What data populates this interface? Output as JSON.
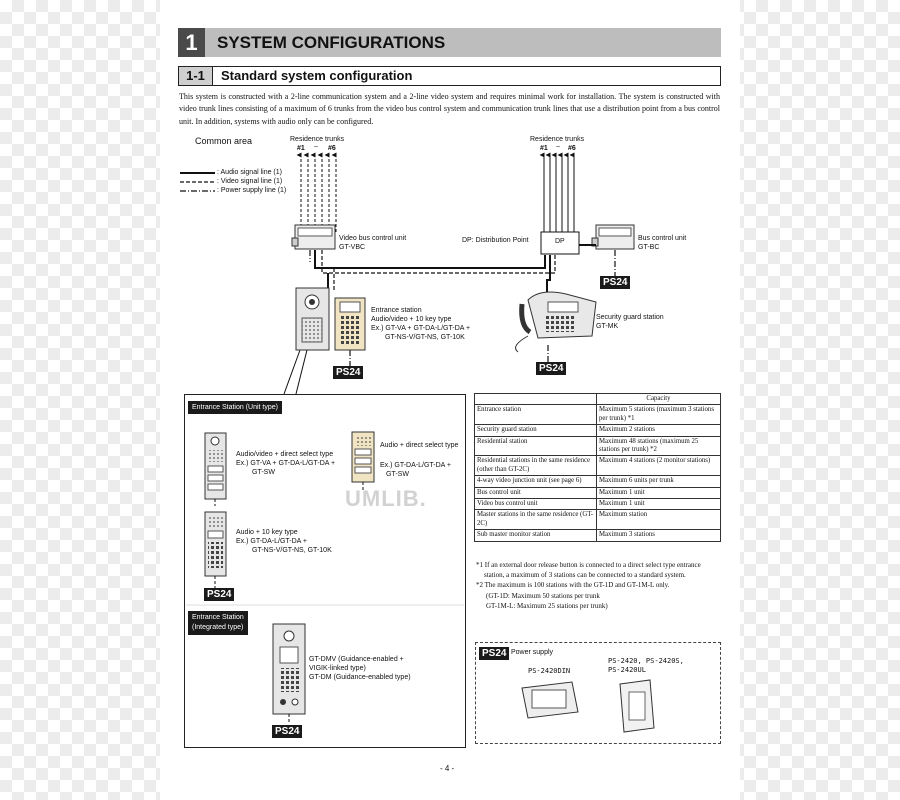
{
  "section": {
    "number": "1",
    "title": "SYSTEM CONFIGURATIONS"
  },
  "subsection": {
    "number": "1-1",
    "title": "Standard system configuration"
  },
  "intro": "This system is constructed with a 2-line communication system and a 2-line video system and requires minimal work for installation. The system is constructed with video trunk lines consisting of a maximum of 6 trunks from the video bus control system and communication trunk lines that use a distribution point from a bus control unit. In addition, systems with audio only can be configured.",
  "diagram": {
    "common_area": "Common area",
    "legend": {
      "audio": ": Audio signal line (1)",
      "video": ": Video signal line (1)",
      "power": ": Power supply line (1)"
    },
    "trunks_left": {
      "title": "Residence trunks",
      "first": "#1",
      "tilde": "~",
      "last": "#6"
    },
    "trunks_right": {
      "title": "Residence trunks",
      "first": "#1",
      "tilde": "~",
      "last": "#6"
    },
    "vbc": {
      "line1": "Video bus control unit",
      "line2": "GT-VBC"
    },
    "dp_label": "DP: Distribution Point",
    "dp": "DP",
    "bc": {
      "line1": "Bus control unit",
      "line2": "GT-BC"
    },
    "entrance": {
      "line1": "Entrance station",
      "line2": "Audio/video + 10 key type",
      "line3": "Ex.) GT-VA + GT-DA-L/GT-DA +",
      "line4": "GT-NS-V/GT-NS, GT-10K"
    },
    "guard": {
      "line1": "Security guard station",
      "line2": "GT-MK"
    },
    "ps24": "PS24"
  },
  "unit_panel": {
    "title": "Entrance Station (Unit type)",
    "item1": {
      "line1": "Audio/video + direct select type",
      "line2": "Ex.) GT-VA + GT-DA-L/GT-DA +",
      "line3": "GT-SW"
    },
    "item2": {
      "line1": "Audio + direct select type",
      "line2": "Ex.) GT-DA-L/GT-DA +",
      "line3": "GT-SW"
    },
    "item3": {
      "line1": "Audio + 10 key type",
      "line2": "Ex.) GT-DA-L/GT-DA +",
      "line3": "GT-NS-V/GT-NS, GT-10K"
    },
    "integrated_title_1": "Entrance Station",
    "integrated_title_2": "(Integrated type)",
    "item4": {
      "line1": "GT-DMV (Guidance-enabled +",
      "line2": "VIGIK-linked type)",
      "line3": "GT-DM (Guidance-enabled type)"
    }
  },
  "capacity_table": {
    "header": "Capacity",
    "rows": [
      {
        "item": "Entrance station",
        "value": "Maximum 5 stations (maximum 3 stations per trunk) *1"
      },
      {
        "item": "Security guard station",
        "value": "Maximum 2 stations"
      },
      {
        "item": "Residential station",
        "value": "Maximum 48 stations (maximum 25 stations per trunk) *2"
      },
      {
        "item": "Residential stations in the same residence (other than GT-2C)",
        "value": "Maximum 4 stations (2 monitor stations)"
      },
      {
        "item": "4-way video junction unit (see page 6)",
        "value": "Maximum 6 units per trunk"
      },
      {
        "item": "Bus control unit",
        "value": "Maximum 1 unit"
      },
      {
        "item": "Video bus control unit",
        "value": "Maximum 1 unit"
      },
      {
        "item": "Master stations in the same residence (GT-2C)",
        "value": "Maximum station"
      },
      {
        "item": "Sub master monitor station",
        "value": "Maximum 3 stations"
      }
    ]
  },
  "notes": {
    "n1": "*1 If an external door release button is connected to a direct select type entrance station, a maximum of 3 stations can be connected to a standard system.",
    "n2a": "*2 The maximum is 100 stations with the GT-1D and GT-1M-L only.",
    "n2b": "(GT-1D: Maximum 50 stations per trunk",
    "n2c": "GT-1M-L: Maximum 25 stations per trunk)"
  },
  "power_supply": {
    "badge": "PS24",
    "title": "Power supply",
    "model1": "PS-2420DIN",
    "model2a": "PS-2420, PS-2420S,",
    "model2b": "PS-2420UL"
  },
  "watermark": "UMLIB.",
  "page_number": "- 4 -"
}
